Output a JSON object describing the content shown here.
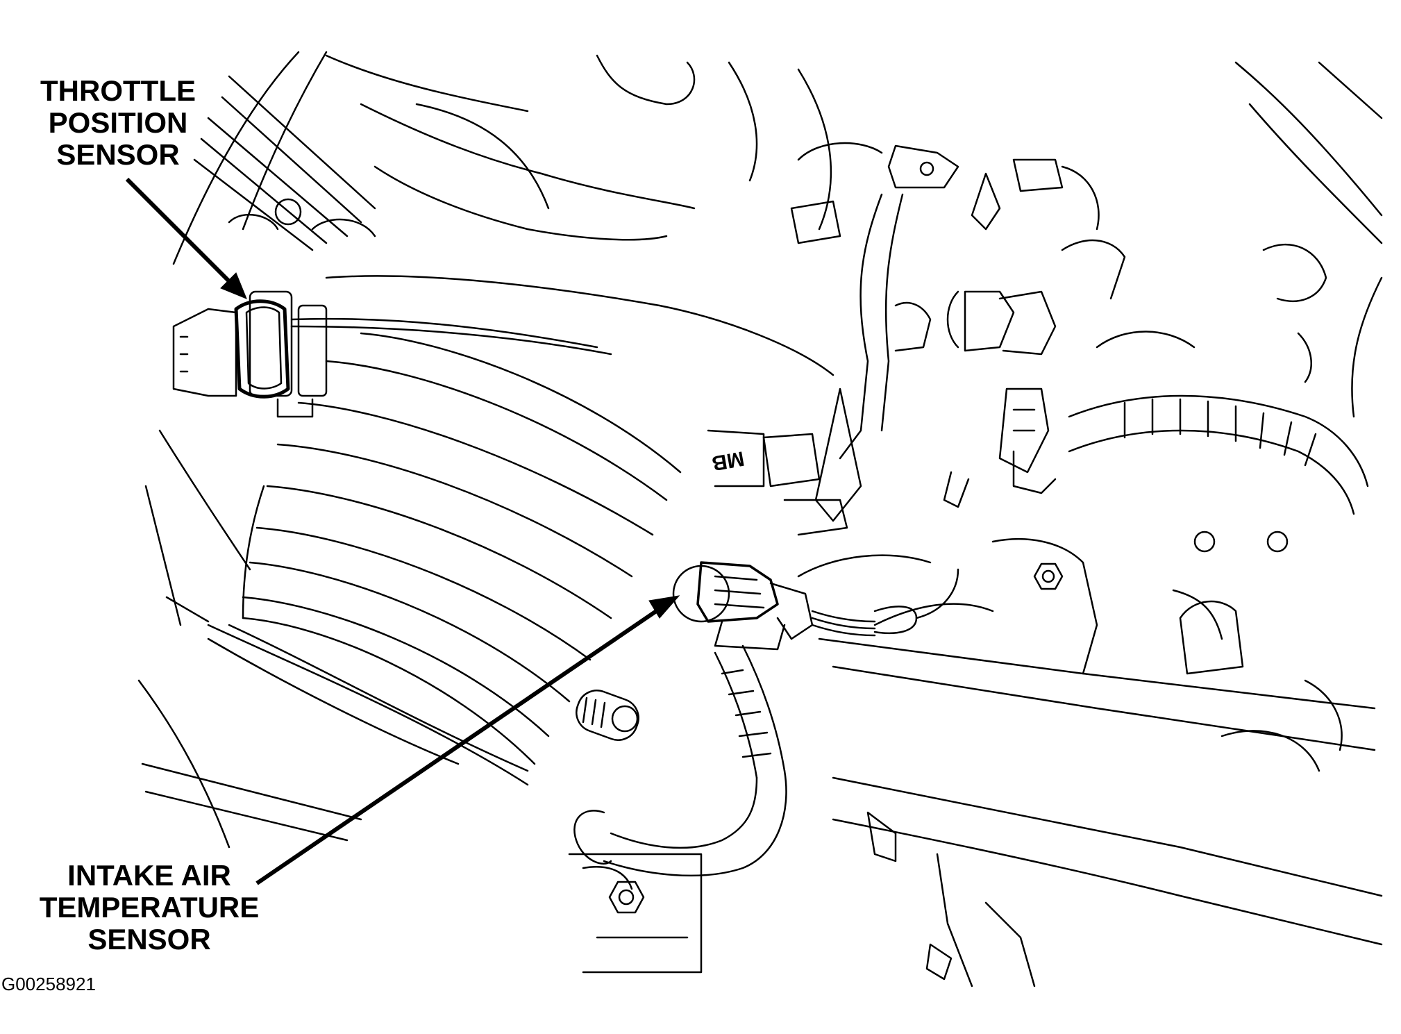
{
  "callouts": {
    "throttle_position_sensor": [
      "THROTTLE",
      "POSITION",
      "SENSOR"
    ],
    "intake_air_temperature_sensor": [
      "INTAKE AIR",
      "TEMPERATURE",
      "SENSOR"
    ]
  },
  "part_marking": "MB",
  "figure_id": "G00258921",
  "colors": {
    "line": "#000000",
    "background": "#ffffff"
  }
}
